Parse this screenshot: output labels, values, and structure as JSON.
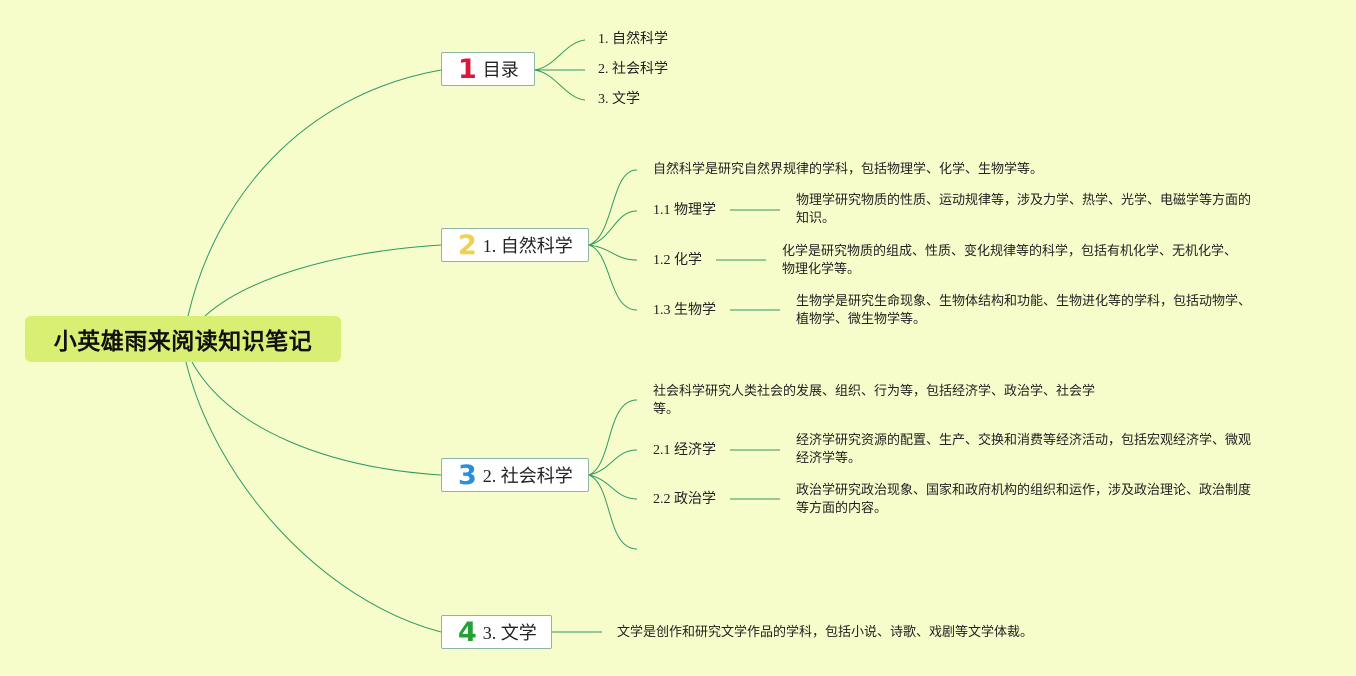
{
  "root": {
    "title": "小英雄雨来阅读知识笔记"
  },
  "colors": {
    "background": "#f7fccb",
    "root_fill": "#d8ef74",
    "line": "#2e9a63",
    "num1": "#d9183b",
    "num2": "#f1d04f",
    "num3": "#2b8fd8",
    "num4": "#25a034"
  },
  "branches": [
    {
      "num": "1",
      "label": "目录",
      "items": [
        "1. 自然科学",
        "2. 社会科学",
        "3. 文学"
      ]
    },
    {
      "num": "2",
      "label": "1. 自然科学",
      "summary": "自然科学是研究自然界规律的学科，包括物理学、化学、生物学等。",
      "subs": [
        {
          "label": "1.1 物理学",
          "desc": [
            "物理学研究物质的性质、运动规律等，涉及力学、热学、光学、电磁学等方面的",
            "知识。"
          ]
        },
        {
          "label": "1.2 化学",
          "desc": [
            "化学是研究物质的组成、性质、变化规律等的科学，包括有机化学、无机化学、",
            "物理化学等。"
          ]
        },
        {
          "label": "1.3 生物学",
          "desc": [
            "生物学是研究生命现象、生物体结构和功能、生物进化等的学科，包括动物学、",
            "植物学、微生物学等。"
          ]
        }
      ]
    },
    {
      "num": "3",
      "label": "2. 社会科学",
      "summary": [
        "社会科学研究人类社会的发展、组织、行为等，包括经济学、政治学、社会学",
        "等。"
      ],
      "subs": [
        {
          "label": "2.1 经济学",
          "desc": [
            "经济学研究资源的配置、生产、交换和消费等经济活动，包括宏观经济学、微观",
            "经济学等。"
          ]
        },
        {
          "label": "2.2 政治学",
          "desc": [
            "政治学研究政治现象、国家和政府机构的组织和运作，涉及政治理论、政治制度",
            "等方面的内容。"
          ]
        }
      ]
    },
    {
      "num": "4",
      "label": "3. 文学",
      "summary": "文学是创作和研究文学作品的学科，包括小说、诗歌、戏剧等文学体裁。"
    }
  ]
}
